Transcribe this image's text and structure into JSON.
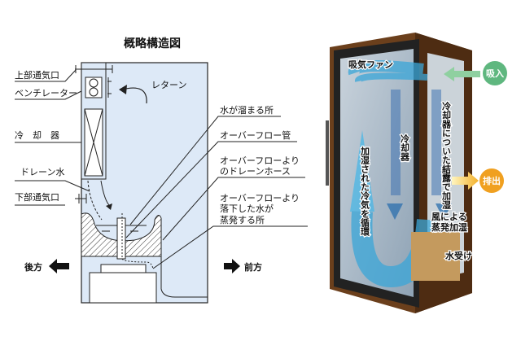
{
  "left_diagram": {
    "title": "概略構造図",
    "labels_left": {
      "upper_vent": "上部通気口",
      "ventilator": "ベンチレーター",
      "cooler": "冷　却　器",
      "drain_water": "ドレーン水",
      "lower_vent": "下部通気口"
    },
    "return_label": "レターン",
    "labels_right": {
      "water_pool": "水が溜まる所",
      "overflow_pipe": "オーバーフロー管",
      "drain_hose_1": "オーバーフローより",
      "drain_hose_2": "のドレーンホース",
      "evap_1": "オーバーフローより",
      "evap_2": "落下した水が",
      "evap_3": "蒸発する所"
    },
    "rear": "後方",
    "front": "前方"
  },
  "right_diagram": {
    "intake_fan": "吸気ファン",
    "intake_badge": "吸入",
    "exhaust_badge": "排出",
    "cooler": "冷却器",
    "condensation": "冷却器についた結露で加湿",
    "circulate": "加湿された冷気を循環",
    "wind_evap_1": "風による",
    "wind_evap_2": "蒸発加湿",
    "water_tray": "水受け",
    "colors": {
      "intake": "#5fb77f",
      "exhaust": "#f0a020",
      "wood": "#6b3f1c",
      "airflow": "#3aa6d8"
    }
  }
}
